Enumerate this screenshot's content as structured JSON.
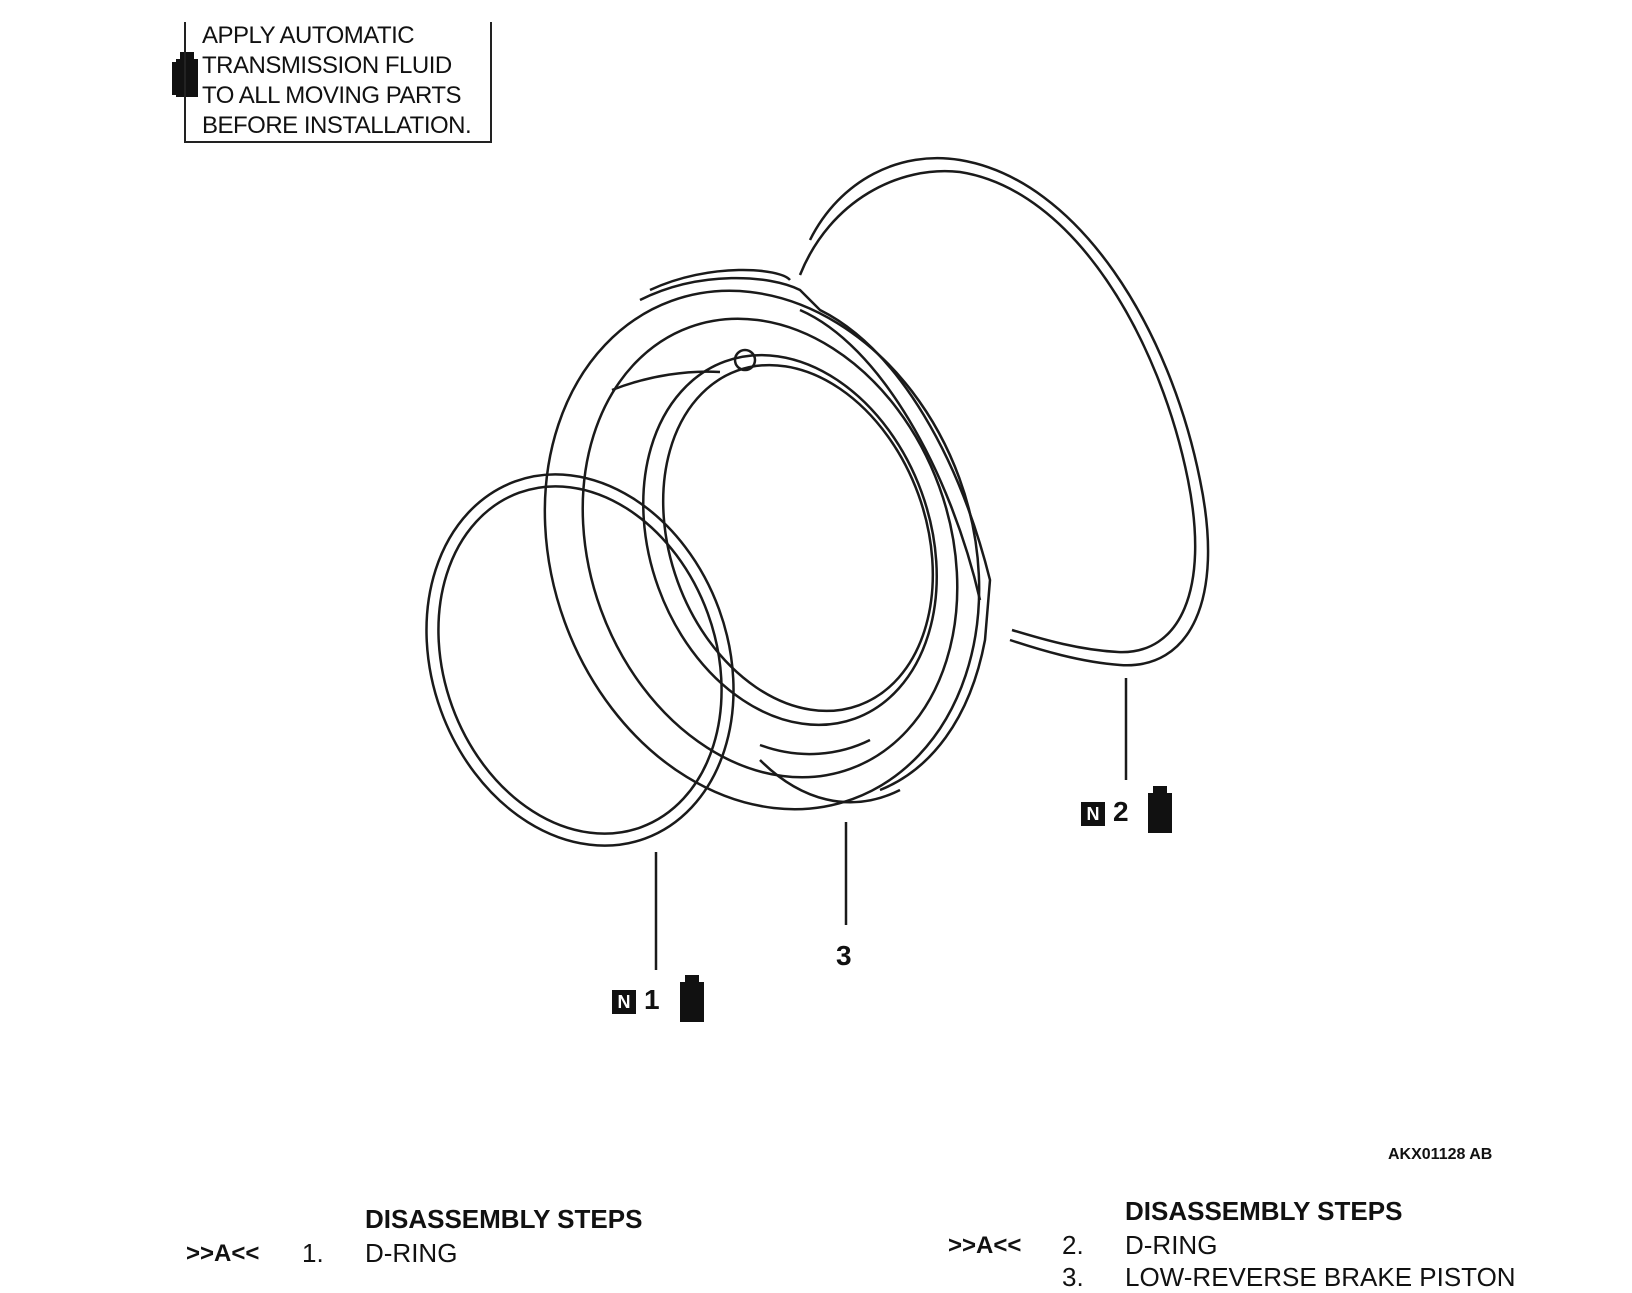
{
  "note": {
    "lines": [
      "APPLY AUTOMATIC",
      "TRANSMISSION FLUID",
      "TO ALL MOVING PARTS",
      "BEFORE INSTALLATION."
    ],
    "icon": "fluid-bottle-icon"
  },
  "callouts": [
    {
      "num": "1",
      "badge": "N",
      "icon": "fluid-bottle-icon"
    },
    {
      "num": "2",
      "badge": "N",
      "icon": "fluid-bottle-icon"
    },
    {
      "num": "3"
    }
  ],
  "ref_code": "AKX01128 AB",
  "steps_left": {
    "title": "DISASSEMBLY STEPS",
    "items": [
      {
        "marker": ">>A<<",
        "num": "1.",
        "text": "D-RING"
      }
    ]
  },
  "steps_right": {
    "title": "DISASSEMBLY STEPS",
    "items": [
      {
        "marker": ">>A<<",
        "num": "2.",
        "text": "D-RING"
      },
      {
        "marker": "",
        "num": "3.",
        "text": "LOW-REVERSE BRAKE PISTON"
      }
    ]
  }
}
